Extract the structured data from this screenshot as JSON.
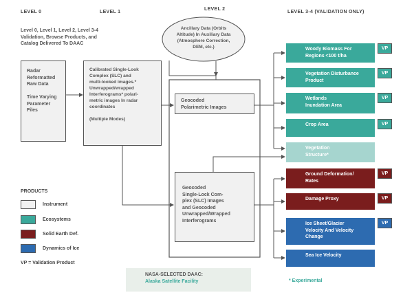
{
  "levels": {
    "level0": "LEVEL 0",
    "level1": "LEVEL 1",
    "level2": "LEVEL 2",
    "level34": "LEVEL 3-4 (VALIDATION ONLY)"
  },
  "intro_text": "Level 0, Level 1, Level 2, Level 3-4\nValidation, Browse Products, and\nCatalog Delivered To DAAC",
  "ancillary": "Ancillary Data (Orbits\nAltitude) In Auxiliary Data\n(Atmosphere Correction,\nDEM, etc.)",
  "radar_box": "Radar\nReformatted\nRaw Data\n\nTime Varying\nParameter\nFiles",
  "slc_box": "Calibrated Single-Look\nComplex (SLC) and\nmulti-looked images.*\nUnwrapped/wrapped\nInterferograms* polari-\nmetric images In radar\ncoordinates\n\n(Multiple Modes)",
  "geo_pol": "Geocoded\nPolarimetric Images",
  "geo_slc": "Geocoded\nSingle-Lock Com-\nplex (SLC) Images\nand Geocoded\nUnwrapped/Wrapped\nInterferograms",
  "products": [
    {
      "label": "Woody Biomass For\nRegions <100 t/ha",
      "category": "ecosystems",
      "vp": "VP"
    },
    {
      "label": "Vegetation Disturbance\nProduct",
      "category": "ecosystems",
      "vp": "VP"
    },
    {
      "label": "Wetlands\nInundation Area",
      "category": "ecosystems",
      "vp": "VP"
    },
    {
      "label": "Crop Area",
      "category": "ecosystems",
      "vp": "VP"
    },
    {
      "label": "Vegetation\nStructure*",
      "category": "experimental",
      "vp": ""
    },
    {
      "label": "Ground Deformation/\nRates",
      "category": "solid-earth",
      "vp": "VP"
    },
    {
      "label": "Damage Proxy",
      "category": "solid-earth",
      "vp": "VP"
    },
    {
      "label": "Ice Sheet/Glacier\nVelocity And Velocity\nChange",
      "category": "ice",
      "vp": "VP"
    },
    {
      "label": "Sea Ice Velocity",
      "category": "ice",
      "vp": ""
    }
  ],
  "legend": {
    "title": "PRODUCTS",
    "items": [
      {
        "label": "Instrument",
        "color": "#f1f1f1"
      },
      {
        "label": "Ecosystems",
        "color": "#3aa99b"
      },
      {
        "label": "Solid Earth Def.",
        "color": "#7a1d1d"
      },
      {
        "label": "Dynamics of Ice",
        "color": "#2d6bb0"
      }
    ],
    "vp_note": "VP = Validation Product"
  },
  "daac": {
    "title": "NASA-SELECTED DAAC:",
    "name": "Alaska Satellite Facility"
  },
  "experimental_note": "* Experimental",
  "colors": {
    "ecosystems": "#3aa99b",
    "experimental": "#a6d5cf",
    "solid_earth": "#7a1d1d",
    "ice": "#2d6bb0"
  }
}
